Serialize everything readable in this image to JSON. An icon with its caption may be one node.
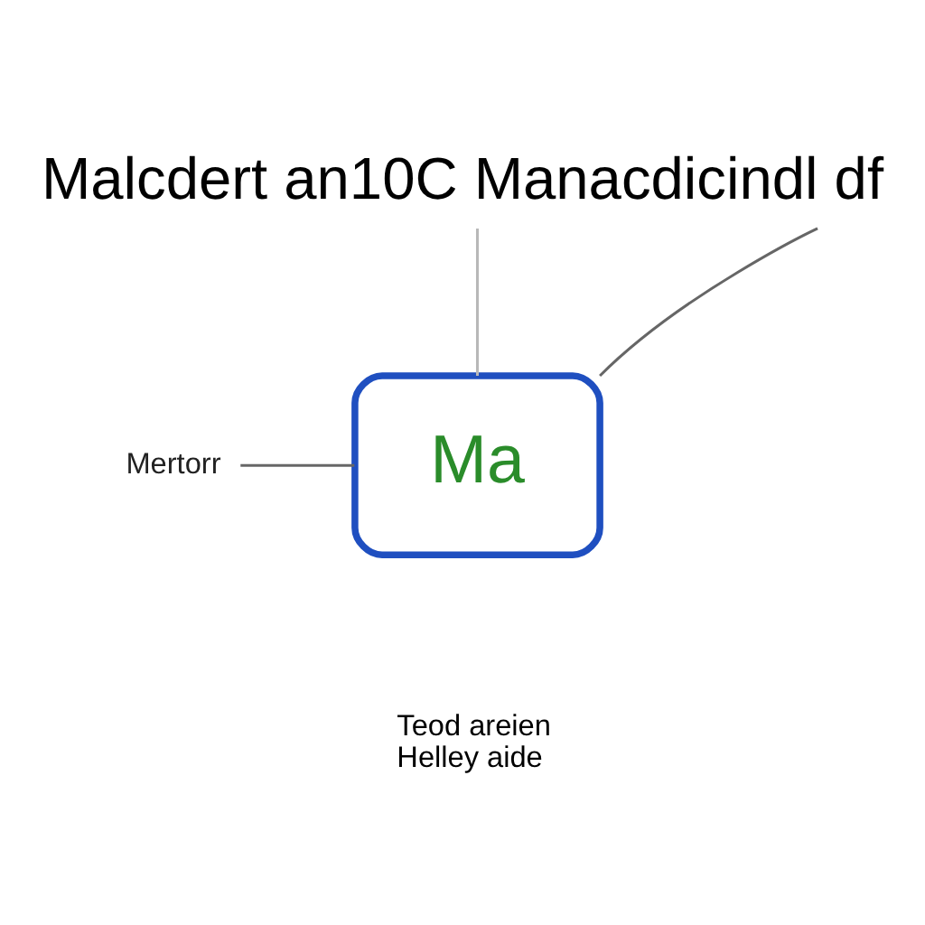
{
  "diagram": {
    "title": "Malcdert an10C Manacdicindl df",
    "nodes": [
      {
        "text": [
          "Ma"
        ]
      },
      {
        "text": [
          "Mertorr"
        ]
      }
    ],
    "edges": [
      {
        "from": null,
        "to": 0,
        "arrow": "none"
      },
      {
        "from": null,
        "to": 0,
        "arrow": "none",
        "color": "#b8b8b8"
      },
      {
        "from": 1,
        "to": 0,
        "arrow": "none"
      }
    ],
    "labels": [
      "Teod areien Helley aide"
    ]
  }
}
